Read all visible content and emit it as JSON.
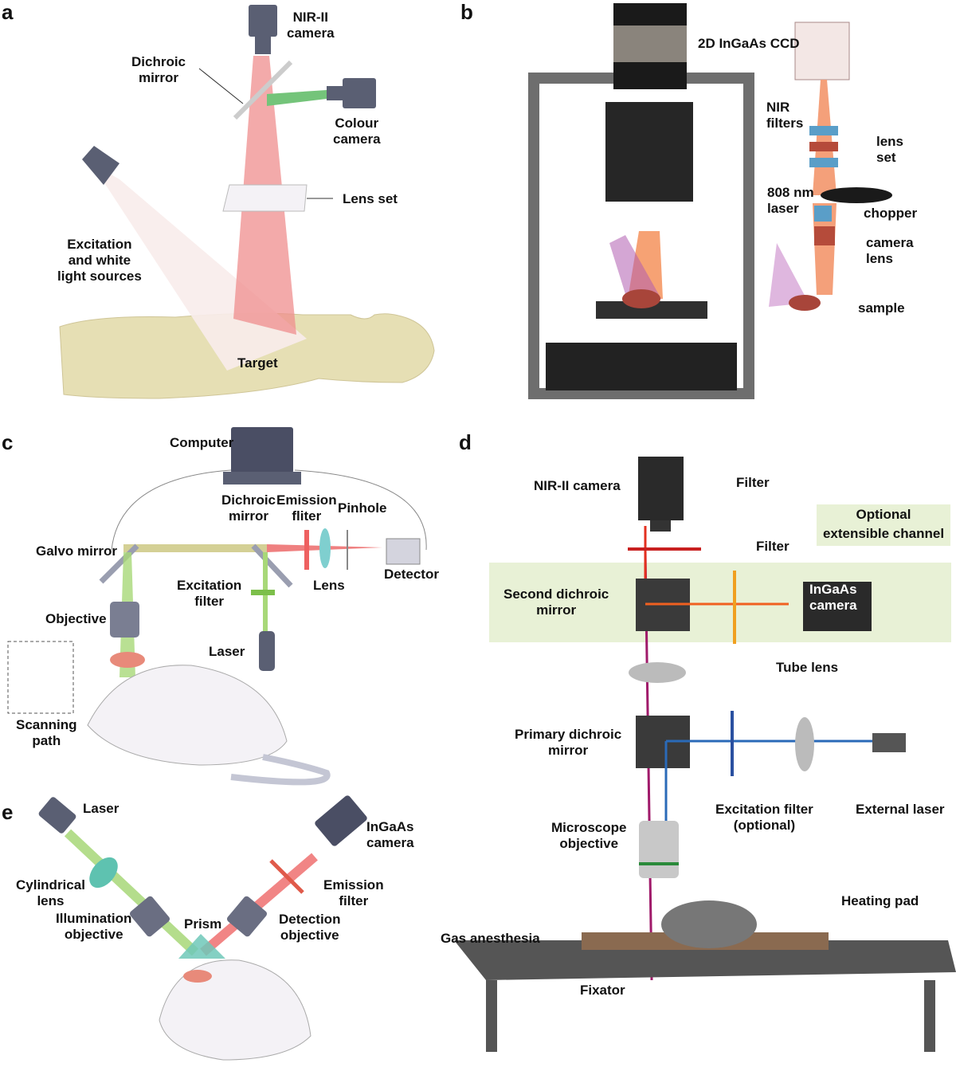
{
  "figure": {
    "panels": {
      "a": {
        "label": "a",
        "nir_camera": [
          "NIR-II",
          "camera"
        ],
        "dichroic": [
          "Dichroic",
          "mirror"
        ],
        "colour_camera": [
          "Colour",
          "camera"
        ],
        "lens_set": "Lens set",
        "sources": [
          "Excitation",
          "and white",
          "light sources"
        ],
        "target": "Target"
      },
      "b": {
        "label": "b",
        "ccd": "2D InGaAs CCD",
        "nir_filters": [
          "NIR",
          "filters"
        ],
        "lens_set": [
          "lens",
          "set"
        ],
        "laser": [
          "808 nm",
          "laser"
        ],
        "chopper": "chopper",
        "camera_lens": [
          "camera",
          "lens"
        ],
        "sample": "sample"
      },
      "c": {
        "label": "c",
        "computer": "Computer",
        "dichroic": [
          "Dichroic",
          "mirror"
        ],
        "emission": [
          "Emission",
          "fliter"
        ],
        "pinhole": "Pinhole",
        "galvo": "Galvo mirror",
        "detector": "Detector",
        "excitation": [
          "Excitation",
          "filter"
        ],
        "lens": "Lens",
        "objective": "Objective",
        "laser": "Laser",
        "scanning": [
          "Scanning",
          "path"
        ]
      },
      "d": {
        "label": "d",
        "nir_camera": "NIR-II camera",
        "filter_top": "Filter",
        "optional": [
          "Optional",
          "extensible channel"
        ],
        "filter_side": "Filter",
        "second_dichroic": [
          "Second dichroic",
          "mirror"
        ],
        "ingaas": [
          "InGaAs",
          "camera"
        ],
        "tube_lens": "Tube lens",
        "primary_dichroic": [
          "Primary dichroic",
          "mirror"
        ],
        "excitation_filter": [
          "Excitation filter",
          "(optional)"
        ],
        "external_laser": "External laser",
        "objective": [
          "Microscope",
          "objective"
        ],
        "heating_pad": "Heating pad",
        "gas": "Gas anesthesia",
        "fixator": "Fixator"
      },
      "e": {
        "label": "e",
        "laser": "Laser",
        "ingaas": [
          "InGaAs",
          "camera"
        ],
        "cyl_lens": [
          "Cylindrical",
          "lens"
        ],
        "emission": [
          "Emission",
          "filter"
        ],
        "illum_obj": [
          "Illumination",
          "objective"
        ],
        "prism": "Prism",
        "detect_obj": [
          "Detection",
          "objective"
        ]
      }
    },
    "colors": {
      "device": "#5a5f73",
      "nir_beam": "#e8767a",
      "green_beam": "#a8d878",
      "skin": "#e6dfb4",
      "frame": "#707070",
      "panel_green": "#e8f1d6",
      "blue_beam": "#2a6ab8",
      "purple_beam": "#a01a6a"
    }
  }
}
